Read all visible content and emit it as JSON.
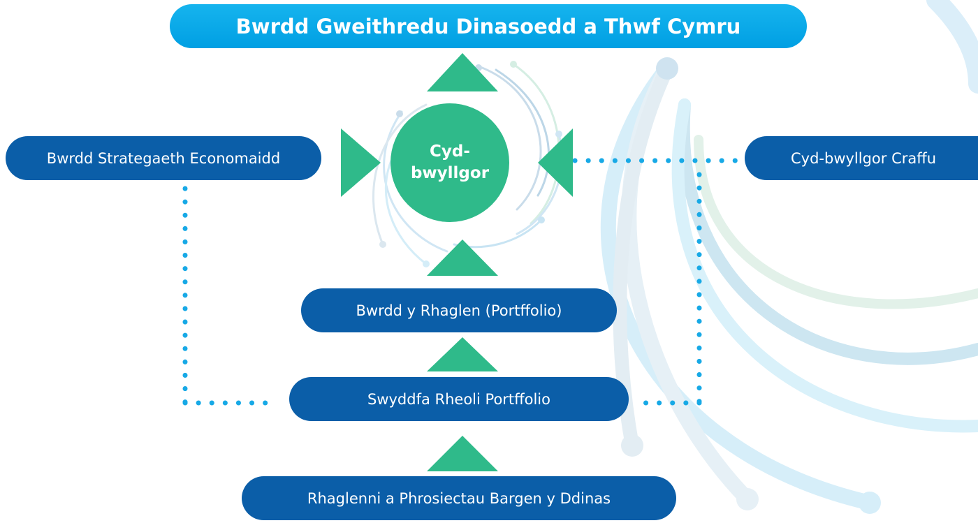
{
  "colors": {
    "primary_blue": "#0b5ea8",
    "sky_blue": "#009fe3",
    "green": "#2fba8a",
    "dot_blue": "#17a9e6"
  },
  "nodes": {
    "top": "Bwrdd Gweithredu Dinasoedd a Thwf Cymru",
    "center": "Cyd-bwyllgor",
    "left": "Bwrdd Strategaeth Economaidd",
    "right": "Cyd-bwyllgor Craffu",
    "programme_board": "Bwrdd y Rhaglen (Portffolio)",
    "pmo": "Swyddfa Rheoli Portffolio",
    "bottom": "Rhaglenni a Phrosiectau Bargen y Ddinas"
  }
}
